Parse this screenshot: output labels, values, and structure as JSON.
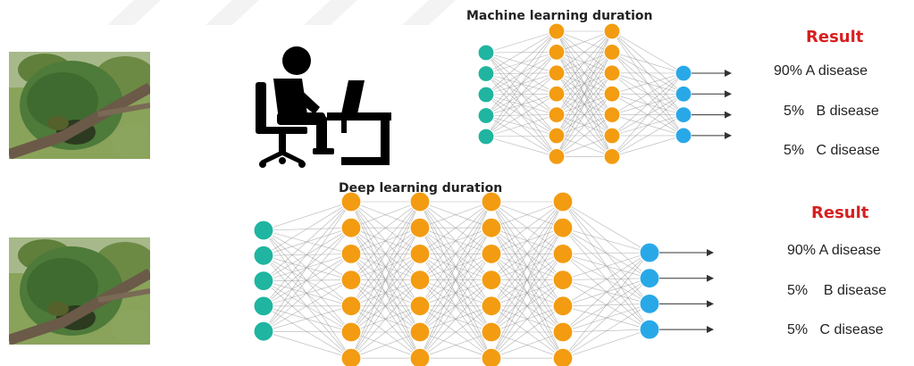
{
  "top": {
    "title": "Machine learning duration",
    "result_heading": "Result",
    "results": [
      "90% A disease",
      "5%   B disease",
      "5%   C disease"
    ]
  },
  "bottom": {
    "title": "Deep learning duration",
    "result_heading": "Result",
    "results": [
      "90% A disease",
      "5%    B disease",
      "5%   C disease"
    ]
  },
  "colors": {
    "input_node": "#1fb5a0",
    "hidden_node": "#f39c12",
    "output_node": "#29a8e8",
    "edge": "#9a9a9a",
    "result": "#d62020"
  },
  "icons": [
    "leaf-photo",
    "person-at-computer-icon"
  ]
}
